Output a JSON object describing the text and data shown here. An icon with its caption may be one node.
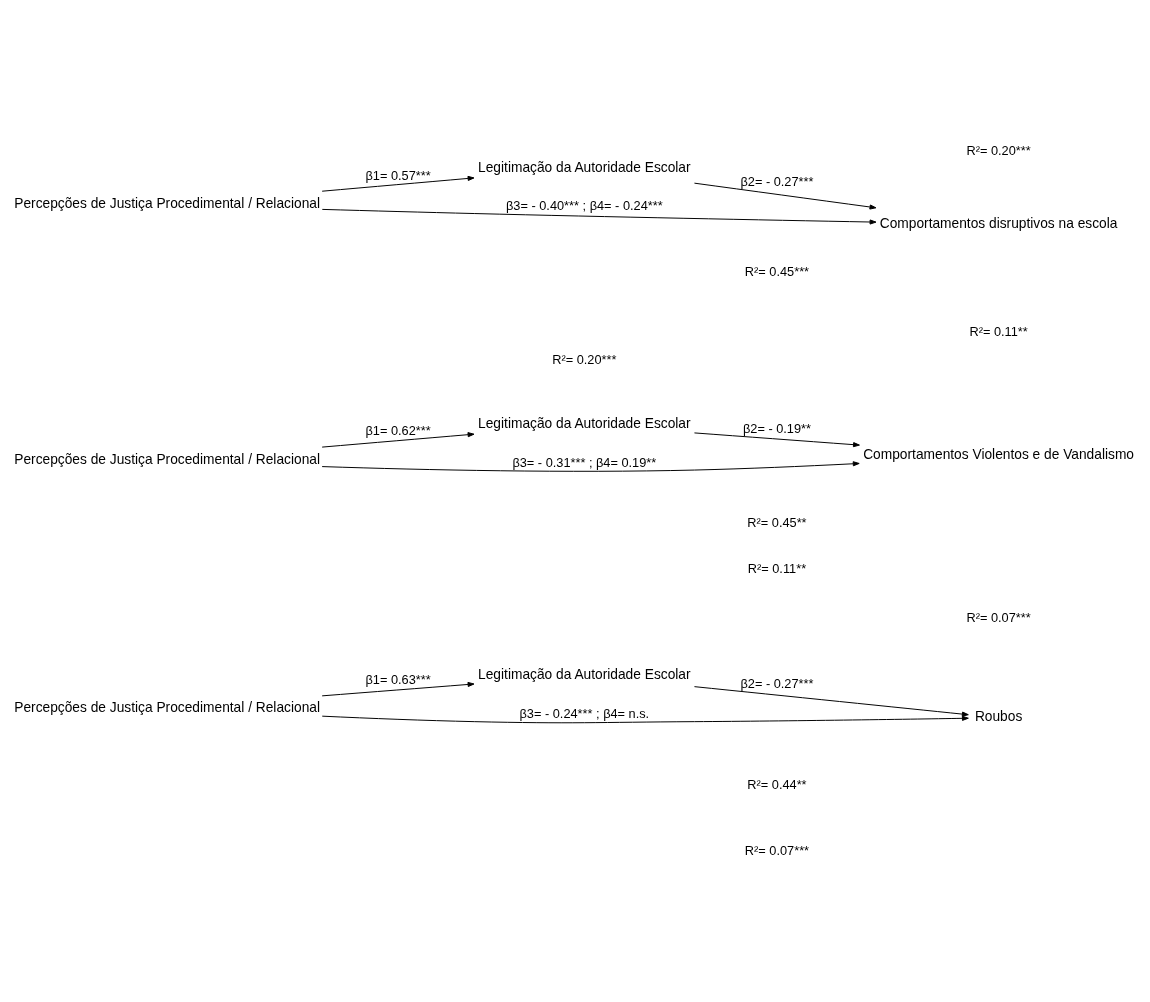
{
  "diagram": {
    "nodes": [
      {
        "text": [
          "Legitimação da Autoridade Escolar"
        ]
      },
      {
        "text": [
          "Percepções de Justiça Procedimental / Relacional"
        ]
      },
      {
        "text": [
          "Roubos"
        ]
      },
      {
        "text": [
          "Legitimação da Autoridade Escolar"
        ]
      },
      {
        "text": [
          "Percepções de Justiça Procedimental / Relacional"
        ]
      },
      {
        "text": [
          "Comportamentos Violentos e de Vandalismo"
        ]
      },
      {
        "text": [
          "Legitimação da Autoridade Escolar"
        ]
      },
      {
        "text": [
          "Percepções de Justiça Procedimental / Relacional"
        ]
      },
      {
        "text": [
          "Comportamentos disruptivos na escola"
        ]
      }
    ],
    "edges": [
      {
        "from": 1,
        "to": 0,
        "arrow": "to",
        "label": "β1= 0.63***"
      },
      {
        "from": 0,
        "to": 2,
        "arrow": "to",
        "label": "β2= - 0.27***"
      },
      {
        "from": 1,
        "to": 2,
        "arrow": "to",
        "label": "β3= - 0.24*** ; β4= n.s."
      },
      {
        "from": 4,
        "to": 3,
        "arrow": "to",
        "label": "β1= 0.62***"
      },
      {
        "from": 3,
        "to": 5,
        "arrow": "to",
        "label": "β2= - 0.19**"
      },
      {
        "from": 4,
        "to": 5,
        "arrow": "to",
        "label": "β3= - 0.31*** ; β4= 0.19**"
      },
      {
        "from": 7,
        "to": 6,
        "arrow": "to",
        "label": "β1= 0.57***"
      },
      {
        "from": 6,
        "to": 8,
        "arrow": "to",
        "label": "β2= - 0.27***"
      },
      {
        "from": 7,
        "to": 8,
        "arrow": "to",
        "label": "β3= - 0.40*** ; β4= - 0.24***"
      }
    ],
    "labels": [
      "R²= 0.44**",
      "R²= 0.07***",
      "R²= 0.07***",
      "R²= 0.45**",
      "R²= 0.11**",
      "R²= 0.11**",
      "R²= 0.45***",
      "R²= 0.20***",
      "R²= 0.20***"
    ]
  }
}
